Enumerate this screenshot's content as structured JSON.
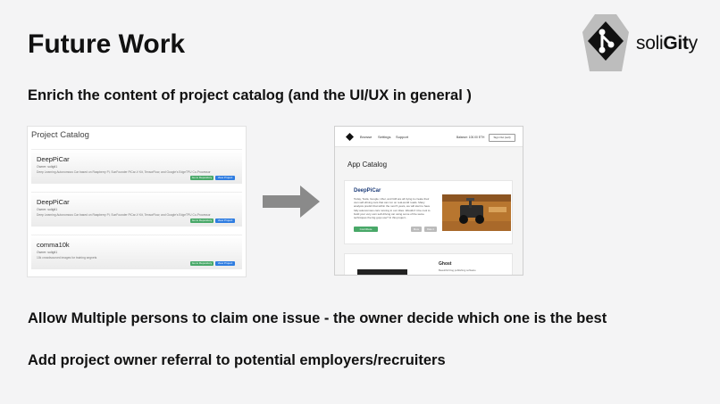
{
  "slide": {
    "title": "Future Work",
    "bullets": [
      "Enrich the content of project catalog (and the UI/UX in general )",
      "Allow Multiple persons to claim one issue - the owner decide which one is the best",
      "Add project owner referral to potential employers/recruiters"
    ]
  },
  "logo": {
    "text_prefix": "soli",
    "text_bold": "Git",
    "text_suffix": "y"
  },
  "project_catalog": {
    "title": "Project Catalog",
    "cards": [
      {
        "name": "DeepPiCar",
        "owner": "Owner: soligit1",
        "description": "Deep Learning Autonomous Car based on Raspberry Pi, SunFounder PiCar-V Kit, TensorFlow, and Google's EdgeTPU Co-Processor",
        "button_primary": "Go to Repository",
        "button_secondary": "View Project"
      },
      {
        "name": "DeepPiCar",
        "owner": "Owner: soligit1",
        "description": "Deep Learning Autonomous Car based on Raspberry Pi, SunFounder PiCar-V Kit, TensorFlow, and Google's EdgeTPU Co-Processor",
        "button_primary": "Go to Repository",
        "button_secondary": "View Project"
      },
      {
        "name": "comma10k",
        "owner": "Owner: soligit1",
        "description": "10k crowdsourced images for training segnets",
        "button_primary": "Go to Repository",
        "button_secondary": "View Project"
      }
    ]
  },
  "app_catalog": {
    "nav": {
      "items": [
        "Browse",
        "Settings",
        "Support"
      ],
      "balance": "Balance: 100.00 ETH",
      "signout": "Sign Out (soli)"
    },
    "title": "App Catalog",
    "featured": {
      "name": "DeepPiCar",
      "description": "Today, Tesla, Google, Uber, and GM are all trying to create their own self-driving cars that can run on real-world roads. Many analysts predict that within the next 5 years, we will start to have fully autonomous cars running in our cities. Wouldn't it be cool to build your very own self-driving car using some of the same techniques the big guys use? In this project...",
      "continue_label": "Contribute",
      "more_label": "More",
      "rate_label": "Rate it"
    },
    "second": {
      "name": "Ghost",
      "description": "Beautiful blog publishing software"
    }
  },
  "colors": {
    "background": "#f4f4f5",
    "green_button": "#48a868",
    "blue_button": "#2f7de1",
    "arrow": "#8a8a8a"
  }
}
